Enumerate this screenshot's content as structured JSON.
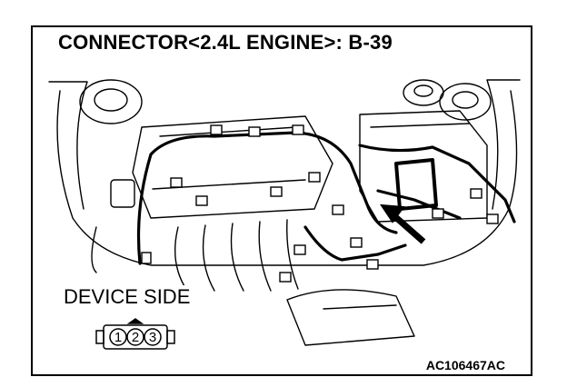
{
  "diagram": {
    "title": "CONNECTOR<2.4L ENGINE>: B-39",
    "device_side_label": "DEVICE SIDE",
    "figure_id": "AC106467AC",
    "connector_pins": [
      "1",
      "2",
      "3"
    ],
    "line_color": "#000000",
    "background_color": "#ffffff"
  }
}
